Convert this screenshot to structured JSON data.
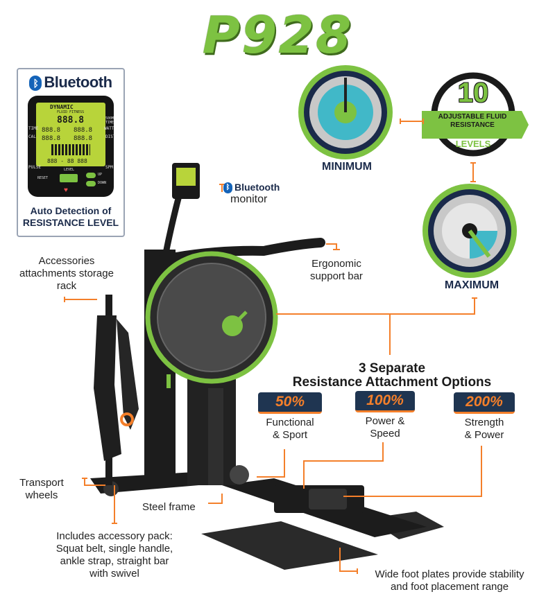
{
  "title": "P928",
  "bluetooth_card": {
    "brand": "Bluetooth",
    "bluetooth_symbol": "ᛒ",
    "console_brand": "DYNAMIC",
    "console_subbrand": "FLUID FITNESS",
    "lcd_main": "888.8",
    "lcd_rows": [
      "888.8",
      "888.8",
      "888.8",
      "888.8"
    ],
    "lcd_bottom": "888 - 88   888",
    "readouts_left": [
      "TIME",
      "CAL",
      "PULSE"
    ],
    "readouts_right": [
      "500M TIME",
      "WATT",
      "DIST",
      "SPM"
    ],
    "level_label": "LEVEL",
    "buttons": [
      "RESET",
      "UP",
      "DOWN"
    ],
    "caption_line1": "Auto Detection of",
    "caption_line2": "RESISTANCE LEVEL"
  },
  "monitor_label": {
    "brand": "Bluetooth",
    "text": "monitor"
  },
  "dials": {
    "minimum": {
      "caption": "MINIMUM",
      "level": 1
    },
    "maximum": {
      "caption": "MAXIMUM",
      "level": 10
    }
  },
  "levels_badge": {
    "number": "10",
    "ribbon": "ADJUSTABLE FLUID RESISTANCE",
    "word": "LEVELS"
  },
  "callouts": {
    "accessories_rack": "Accessories attachments storage rack",
    "support_bar": "Ergonomic support bar",
    "transport_wheels": "Transport wheels",
    "steel_frame": "Steel frame",
    "accessory_pack": [
      "Includes accessory pack:",
      "Squat belt, single handle,",
      "ankle strap, straight bar",
      "with swivel"
    ],
    "foot_plates": [
      "Wide foot plates provide stability",
      "and foot placement range"
    ]
  },
  "resistance": {
    "title_line1": "3 Separate",
    "title_line2": "Resistance Attachment Options",
    "options": [
      {
        "percent": "50%",
        "line1": "Functional",
        "line2": "& Sport"
      },
      {
        "percent": "100%",
        "line1": "Power &",
        "line2": "Speed"
      },
      {
        "percent": "200%",
        "line1": "Strength",
        "line2": "& Power"
      }
    ]
  },
  "colors": {
    "brand_green": "#7dc242",
    "navy": "#1a2a4a",
    "accent_orange": "#f47f2a",
    "machine_black": "#1c1c1c"
  }
}
